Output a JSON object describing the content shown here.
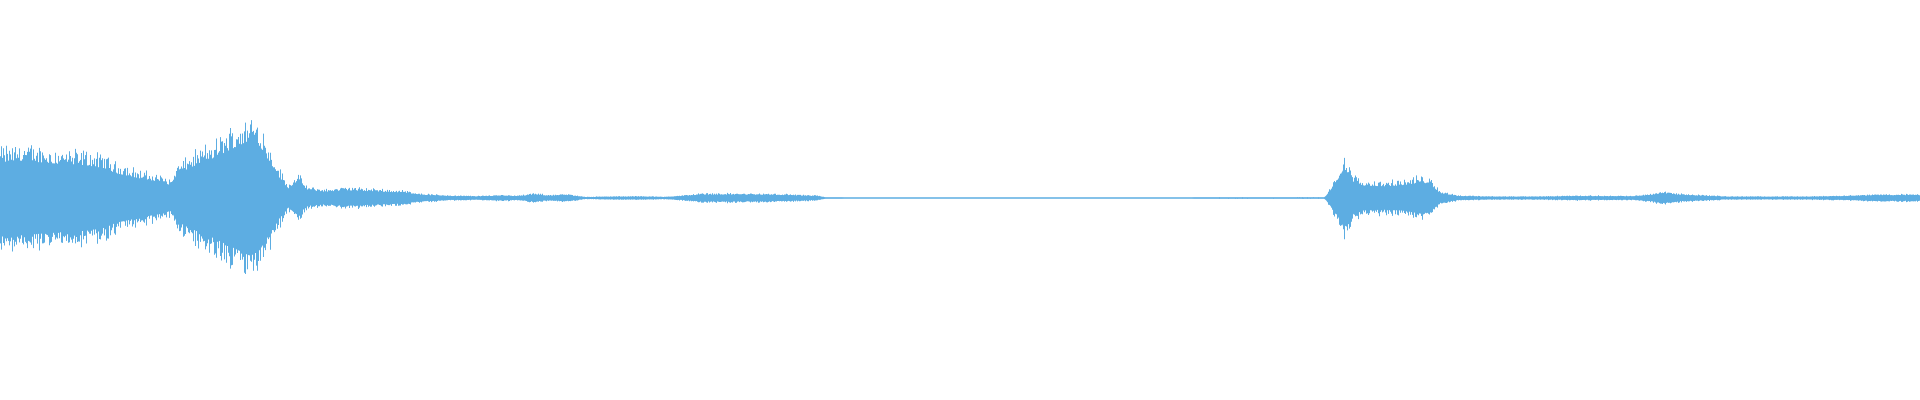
{
  "waveform": {
    "color": "#5dade2",
    "background": "#ffffff",
    "envelope": [
      [
        0.0,
        0.23
      ],
      [
        0.01,
        0.24
      ],
      [
        0.02,
        0.23
      ],
      [
        0.03,
        0.22
      ],
      [
        0.045,
        0.21
      ],
      [
        0.055,
        0.19
      ],
      [
        0.06,
        0.16
      ],
      [
        0.075,
        0.12
      ],
      [
        0.085,
        0.1
      ],
      [
        0.089,
        0.08
      ],
      [
        0.092,
        0.15
      ],
      [
        0.1,
        0.2
      ],
      [
        0.11,
        0.25
      ],
      [
        0.12,
        0.31
      ],
      [
        0.13,
        0.37
      ],
      [
        0.135,
        0.34
      ],
      [
        0.145,
        0.14
      ],
      [
        0.15,
        0.06
      ],
      [
        0.155,
        0.11
      ],
      [
        0.16,
        0.05
      ],
      [
        0.17,
        0.04
      ],
      [
        0.18,
        0.05
      ],
      [
        0.19,
        0.045
      ],
      [
        0.2,
        0.04
      ],
      [
        0.21,
        0.035
      ],
      [
        0.22,
        0.02
      ],
      [
        0.235,
        0.012
      ],
      [
        0.25,
        0.01
      ],
      [
        0.26,
        0.015
      ],
      [
        0.27,
        0.012
      ],
      [
        0.278,
        0.022
      ],
      [
        0.285,
        0.015
      ],
      [
        0.295,
        0.018
      ],
      [
        0.3,
        0.012
      ],
      [
        0.305,
        0.006
      ],
      [
        0.32,
        0.008
      ],
      [
        0.335,
        0.009
      ],
      [
        0.345,
        0.006
      ],
      [
        0.355,
        0.012
      ],
      [
        0.365,
        0.022
      ],
      [
        0.38,
        0.022
      ],
      [
        0.4,
        0.02
      ],
      [
        0.41,
        0.018
      ],
      [
        0.425,
        0.012
      ],
      [
        0.43,
        0.004
      ],
      [
        0.45,
        0.003
      ],
      [
        0.5,
        0.003
      ],
      [
        0.6,
        0.003
      ],
      [
        0.64,
        0.004
      ],
      [
        0.69,
        0.004
      ],
      [
        0.696,
        0.1
      ],
      [
        0.7,
        0.19
      ],
      [
        0.705,
        0.1
      ],
      [
        0.71,
        0.08
      ],
      [
        0.72,
        0.075
      ],
      [
        0.73,
        0.08
      ],
      [
        0.74,
        0.1
      ],
      [
        0.745,
        0.09
      ],
      [
        0.75,
        0.03
      ],
      [
        0.76,
        0.012
      ],
      [
        0.78,
        0.008
      ],
      [
        0.8,
        0.008
      ],
      [
        0.82,
        0.012
      ],
      [
        0.85,
        0.01
      ],
      [
        0.86,
        0.02
      ],
      [
        0.866,
        0.032
      ],
      [
        0.875,
        0.02
      ],
      [
        0.9,
        0.008
      ],
      [
        0.94,
        0.008
      ],
      [
        0.96,
        0.012
      ],
      [
        0.98,
        0.018
      ],
      [
        1.0,
        0.018
      ]
    ]
  }
}
